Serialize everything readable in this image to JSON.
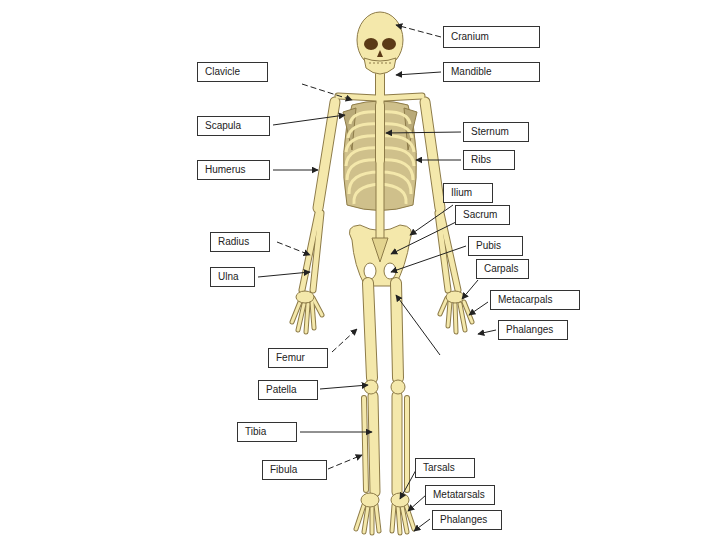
{
  "diagram": {
    "nodes": [
      {
        "text": [
          "Cranium"
        ]
      },
      {
        "text": [
          "Clavicle"
        ]
      },
      {
        "text": [
          "Mandible"
        ]
      },
      {
        "text": [
          "Scapula"
        ]
      },
      {
        "text": [
          "Sternum"
        ]
      },
      {
        "text": [
          "Ribs"
        ]
      },
      {
        "text": [
          "Humerus"
        ]
      },
      {
        "text": [
          "Ilium"
        ]
      },
      {
        "text": [
          "Sacrum"
        ]
      },
      {
        "text": [
          "Radius"
        ]
      },
      {
        "text": [
          "Pubis"
        ]
      },
      {
        "text": [
          "Carpals"
        ]
      },
      {
        "text": [
          "Ulna"
        ]
      },
      {
        "text": [
          "Metacarpals"
        ]
      },
      {
        "text": [
          "Phalanges"
        ]
      },
      {
        "text": [
          "Femur"
        ]
      },
      {
        "text": [
          "Patella"
        ]
      },
      {
        "text": [
          "Tibia"
        ]
      },
      {
        "text": [
          "Tarsals"
        ]
      },
      {
        "text": [
          "Fibula"
        ]
      },
      {
        "text": [
          "Metatarsals"
        ]
      },
      {
        "text": [
          "Phalanges"
        ]
      }
    ]
  }
}
